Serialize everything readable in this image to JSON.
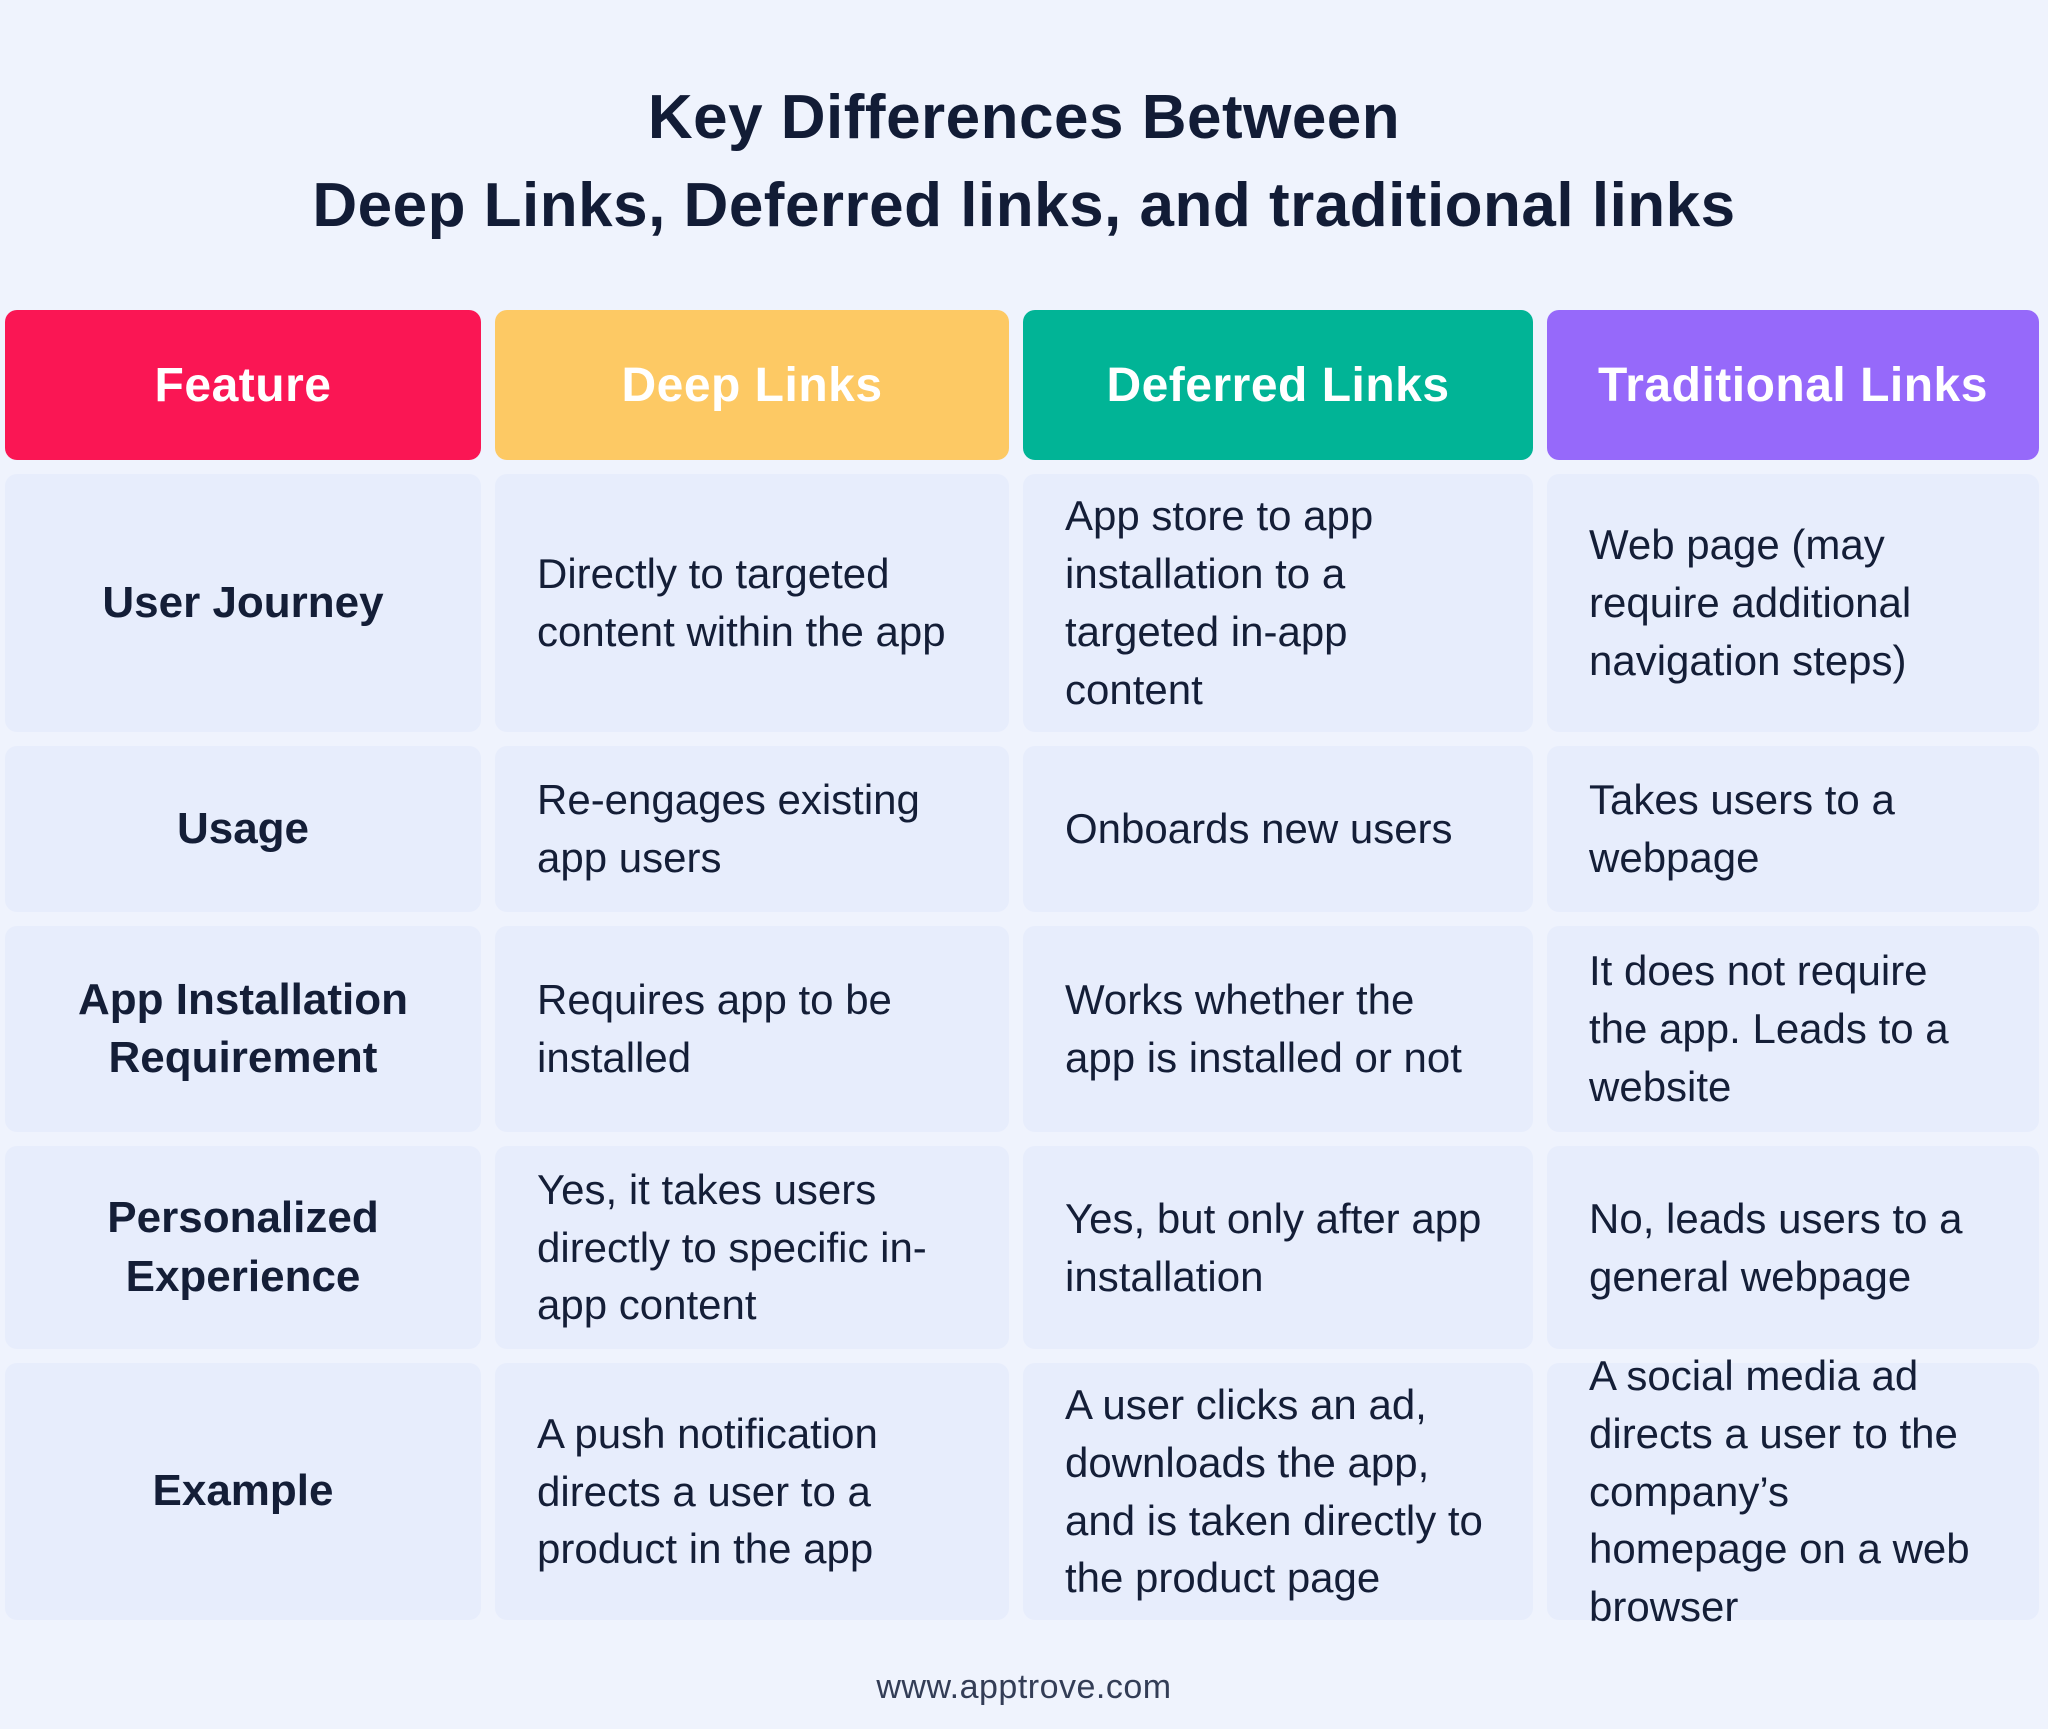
{
  "title": {
    "line1": "Key Differences Between",
    "line2": "Deep Links, Deferred links, and traditional links"
  },
  "table": {
    "headers": [
      {
        "label": "Feature",
        "color": "#FA1654"
      },
      {
        "label": "Deep Links",
        "color": "#FDC964"
      },
      {
        "label": "Deferred Links",
        "color": "#01B496"
      },
      {
        "label": "Traditional Links",
        "color": "#9669FA"
      }
    ],
    "rows": [
      {
        "feature": "User Journey",
        "cells": [
          "Directly to targeted content within the app",
          "App store to app installation to a targeted in-app content",
          "Web page (may require additional navigation steps)"
        ]
      },
      {
        "feature": "Usage",
        "cells": [
          "Re-engages existing app users",
          "Onboards new users",
          "Takes users to a webpage"
        ]
      },
      {
        "feature": "App Installation Requirement",
        "cells": [
          "Requires app to be installed",
          "Works whether the app is installed or not",
          "It does not require the app. Leads to a website"
        ]
      },
      {
        "feature": "Personalized Experience",
        "cells": [
          "Yes, it takes users directly to specific in-app content",
          "Yes, but only after app installation",
          "No, leads users to a general webpage"
        ]
      },
      {
        "feature": "Example",
        "cells": [
          "A push notification directs a user to a product in the app",
          "A user clicks an ad, downloads the app, and is taken directly to the product page",
          "A social media ad directs a user to the company’s homepage on a web browser"
        ]
      }
    ]
  },
  "footer": {
    "website": "www.apptrove.com"
  },
  "colors": {
    "page_background": "#EFF3FD",
    "cell_background": "#E7EDFC",
    "text": "#141E37",
    "header_text": "#FFFFFF"
  }
}
